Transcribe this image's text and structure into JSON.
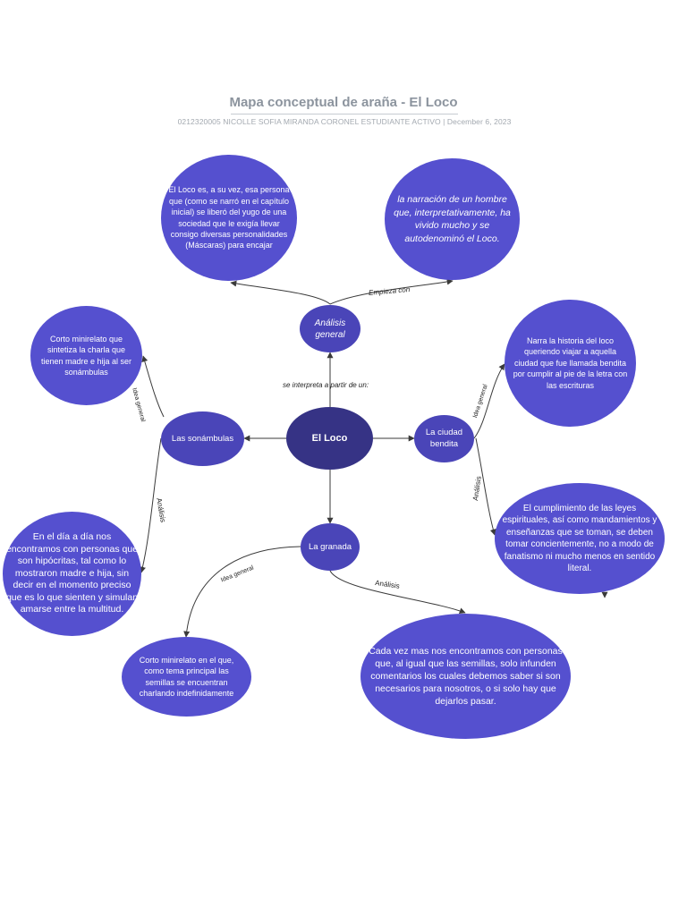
{
  "header": {
    "title": "Mapa conceptual de araña - El Loco",
    "subtitle": "0212320005 NICOLLE SOFIA MIRANDA CORONEL ESTUDIANTE ACTIVO  |  December 6, 2023"
  },
  "colors": {
    "bubble": "#5550cf",
    "center": "#363385",
    "mid": "#4a45b8",
    "connector": "#3a3a3a"
  },
  "nodes": {
    "center": "El Loco",
    "analisis_general": "Análisis general",
    "sonambulas": "Las sonámbulas",
    "ciudad": "La ciudad bendita",
    "granada": "La granada",
    "top_left": "El Loco es, a su vez, esa persona que (como se narró en el capítulo inicial) se liberó del yugo de una sociedad que le exigía llevar consigo diversas personalidades (Máscaras) para encajar",
    "top_right": "la narración de un hombre que, interpretativamente, ha vivido mucho y se autodenominó el Loco.",
    "left_upper": "Corto minirelato que sintetiza la charla que tienen madre e hija al ser sonámbulas",
    "left_lower": "En el día a día nos encontramos con personas que son hipócritas, tal como lo mostraron madre e hija, sin decir en el momento preciso que es lo que sienten y simulan amarse entre la multitud.",
    "right_upper": "Narra la historia del loco queriendo viajar a aquella ciudad  que fue llamada bendita por cumplir al pie de la letra con las escrituras",
    "right_lower": "El cumplimiento de las leyes espirituales, así como mandamientos y enseñanzas que se toman, se deben tomar concientemente, no a modo de fanatismo ni mucho menos  en sentido literal.",
    "bottom_left": "Corto minirelato en el que, como tema principal las semillas se encuentran charlando indefinidamente",
    "bottom_right": "Cada vez mas nos encontramos con personas que, al igual que las semillas, solo infunden comentarios los cuales debemos saber si son necesarios para nosotros, o si solo hay que dejarlos pasar."
  },
  "labels": {
    "empieza_con": "Empieza con",
    "se_interpreta": "se interpreta a partir de un:",
    "idea_general_left": "Idea general",
    "analisis_left": "Análisis",
    "idea_general_right": "Idea general",
    "analisis_right": "Análisis",
    "idea_general_bottom": "Idea general",
    "analisis_bottom": "Análisis"
  }
}
